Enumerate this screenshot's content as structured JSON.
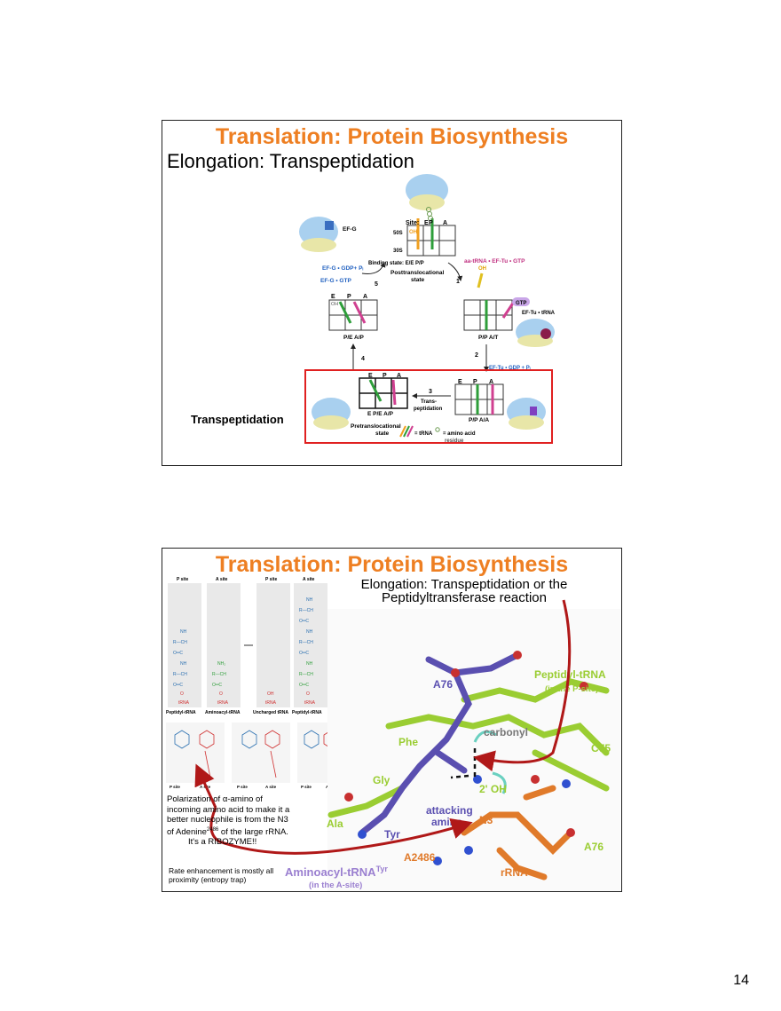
{
  "page_number": "14",
  "slide1": {
    "title": "Translation:  Protein Biosynthesis",
    "subtitle": "Elongation: Transpeptidation",
    "callout": "Transpeptidation",
    "diagram": {
      "site_label": "Site:",
      "sites": [
        "E",
        "P",
        "A"
      ],
      "subunit_50s": "50S",
      "subunit_30s": "30S",
      "oh": "OH",
      "binding_state_top": "Binding state:  E/E   P/P",
      "posttranslocational": "Posttranslocational",
      "state": "state",
      "ef_g": "EF-G",
      "ef_g_gdp": "EF-G • GDP+ Pᵢ",
      "ef_g_gtp": "EF-G • GTP",
      "aa_trna": "aa-tRNA • EF-Tu • GTP",
      "gtp": "GTP",
      "ef_tu_trna": "EF-Tu • tRNA",
      "ef_tu_gdp": "EF-Tu • GDP + Pᵢ",
      "left_binding": "P/E   A/P",
      "right_binding": "P/P   A/T",
      "bottom_left_binding": "E   P/E   A/P",
      "bottom_right_binding": "P/P   A/A",
      "step1": "1",
      "step2": "2",
      "step3": "3",
      "step4": "4",
      "step5": "5",
      "trans": "Trans-",
      "peptidation": "peptidation",
      "pretranslocational": "Pretranslocational",
      "pre_state": "state",
      "legend_trna": "= tRNA",
      "legend_aa": "= amino acid",
      "legend_residue": "residue"
    }
  },
  "slide2": {
    "title": "Translation:  Protein Biosynthesis",
    "subtitle_line1": "Elongation: Transpeptidation or the",
    "subtitle_line2": "Peptidyltransferase reaction",
    "note_pre": "Polarization of ",
    "note_alpha": "α",
    "note_mid": "-amino of incoming amino acid to make it a better nucleophile is from the N3 of Adenine",
    "note_sup": "2486",
    "note_post": " of the large rRNA.",
    "ribozyme": "It's a RIBOZYME!!",
    "rate_note": "Rate enhancement is mostly all proximity (entropy trap)",
    "scheme": {
      "p_site": "P site",
      "a_site": "A site",
      "nh2": "NH₂",
      "nh": "NH",
      "rch": "R—CH",
      "oc": "O═C",
      "o": "O",
      "oh": "OH",
      "trna": "tRNA",
      "peptidyl_trna": "Peptidyl-tRNA",
      "aminoacyl_trna": "Aminoacyl-tRNA",
      "uncharged_trna": "Uncharged tRNA"
    },
    "structure": {
      "a76_top": "A76",
      "peptidyl_trna": "Peptidyl-tRNA",
      "in_p_site": "(in the P-site)",
      "carbonyl": "carbonyl",
      "phe": "Phe",
      "c75": "C75",
      "gly": "Gly",
      "two_oh": "2' OH",
      "attacking": "attacking",
      "amino": "amino",
      "n3": "N3",
      "ala": "Ala",
      "tyr": "Tyr",
      "a76_bottom": "A76",
      "a2486": "A2486",
      "aminoacyl": "Aminoacyl-tRNA",
      "aminoacyl_sup": "Tyr",
      "in_a_site": "(in the A-site)",
      "rrna": "rRNA"
    }
  }
}
